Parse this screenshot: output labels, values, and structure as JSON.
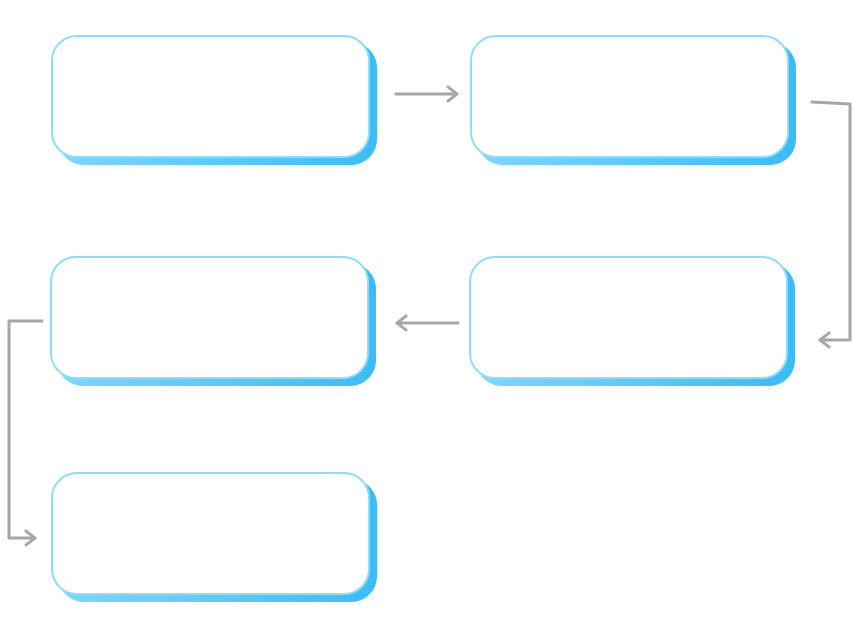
{
  "colors": {
    "box_border": "#8fdcf7",
    "box_shadow_start": "#7fd6fb",
    "box_shadow_end": "#3bbcf7",
    "box_fill": "#ffffff",
    "arrow": "#a6a6a6"
  },
  "nodes": [
    {
      "id": "step-1",
      "label": ""
    },
    {
      "id": "step-2",
      "label": ""
    },
    {
      "id": "step-3",
      "label": ""
    },
    {
      "id": "step-4",
      "label": ""
    },
    {
      "id": "step-5",
      "label": ""
    }
  ],
  "edges": [
    {
      "from": "step-1",
      "to": "step-2"
    },
    {
      "from": "step-2",
      "to": "step-3"
    },
    {
      "from": "step-3",
      "to": "step-4"
    },
    {
      "from": "step-4",
      "to": "step-5"
    }
  ]
}
